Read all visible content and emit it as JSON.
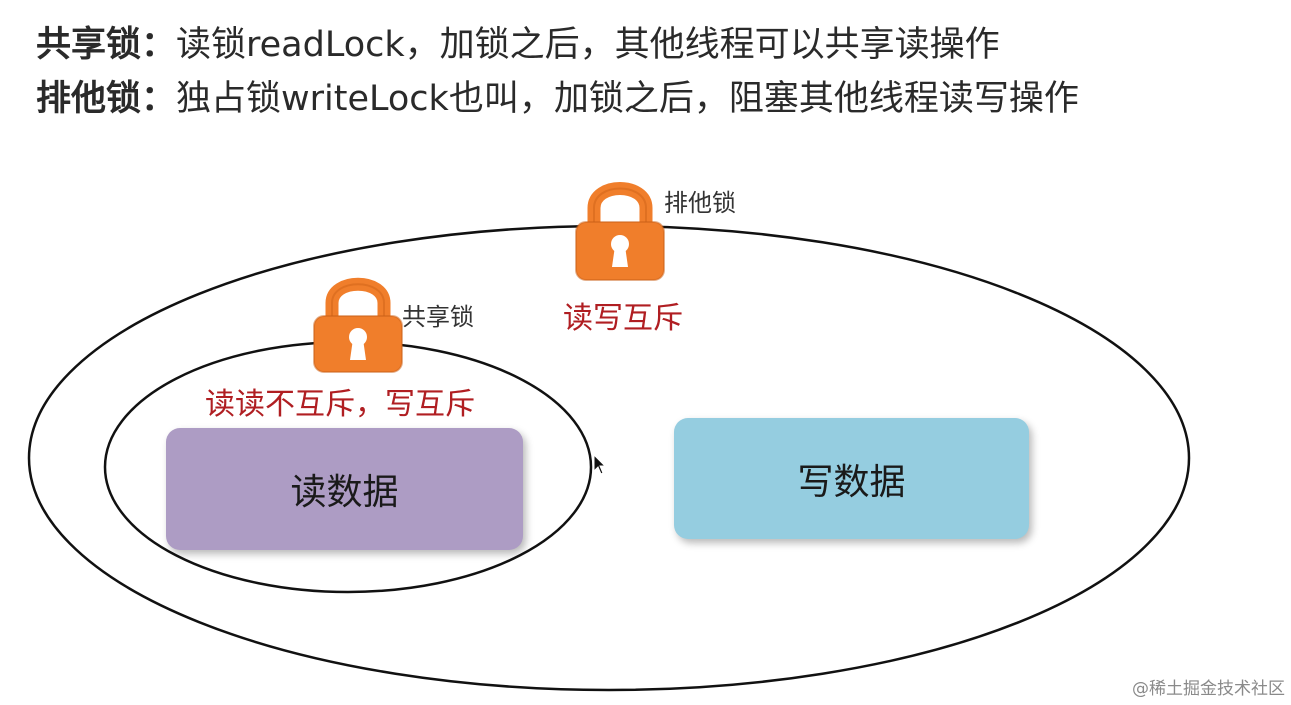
{
  "definitions": [
    {
      "term": "共享锁：",
      "text": "读锁readLock，加锁之后，其他线程可以共享读操作"
    },
    {
      "term": "排他锁：",
      "text": "独占锁writeLock也叫，加锁之后，阻塞其他线程读写操作"
    }
  ],
  "diagram": {
    "exclusive_lock": {
      "label": "排他锁",
      "note": "读写互斥",
      "icon": "padlock-icon",
      "color": "#f07e2b"
    },
    "shared_lock": {
      "label": "共享锁",
      "note": "读读不互斥，写互斥",
      "icon": "padlock-icon",
      "color": "#f07e2b"
    },
    "read_box": {
      "label": "读数据",
      "color": "#ad9cc4"
    },
    "write_box": {
      "label": "写数据",
      "color": "#95cde0"
    },
    "note_color": "#b01e22"
  },
  "watermark": "@稀土掘金技术社区"
}
